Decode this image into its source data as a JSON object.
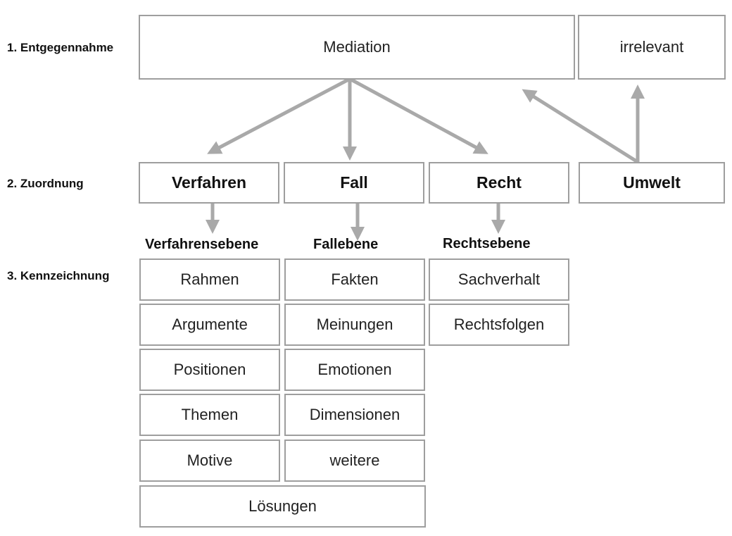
{
  "row_labels": {
    "r1": "1. Entgegennahme",
    "r2": "2. Zuordnung",
    "r3": "3. Kennzeichnung"
  },
  "top": {
    "mediation": "Mediation",
    "irrelevant": "irrelevant"
  },
  "categories": {
    "verfahren": "Verfahren",
    "fall": "Fall",
    "recht": "Recht",
    "umwelt": "Umwelt"
  },
  "levels": {
    "verfahren": "Verfahrensebene",
    "fall": "Fallebene",
    "recht": "Rechtsebene"
  },
  "verfahren_items": [
    "Rahmen",
    "Argumente",
    "Positionen",
    "Themen",
    "Motive"
  ],
  "fall_items": [
    "Fakten",
    "Meinungen",
    "Emotionen",
    "Dimensionen",
    "weitere"
  ],
  "recht_items": [
    "Sachverhalt",
    "Rechtsfolgen"
  ],
  "loesungen": "Lösungen",
  "colors": {
    "arrow": "#a9a9a9",
    "border": "#9e9e9e"
  }
}
